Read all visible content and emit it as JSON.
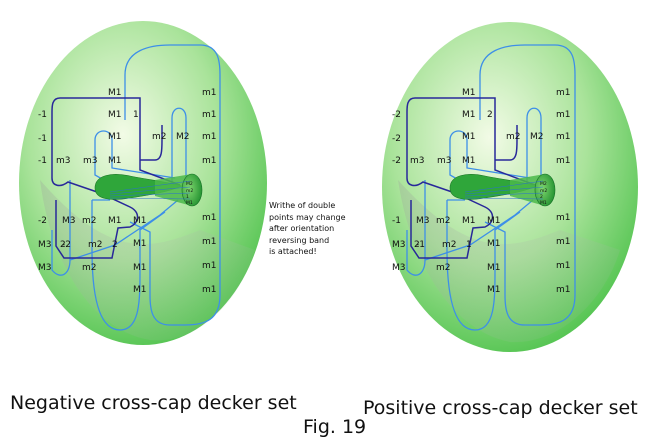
{
  "captions": {
    "negative": "Negative cross-cap decker set",
    "positive": "Positive cross-cap decker set",
    "figure_number": "Fig. 19"
  },
  "note_lines": [
    "Writhe of double",
    "points may change",
    "after orientation",
    "reversing band",
    "is attached!"
  ],
  "colors": {
    "blob_center": "#f2fbe6",
    "blob_edge": "#4ec24c",
    "dark_curve": "#28289a",
    "light_curve": "#3d8fe8",
    "tube": "#2fa63a"
  },
  "negative_diagram": {
    "left_column": [
      "-1",
      "-1",
      "-1",
      "-2",
      "M3",
      "M3"
    ],
    "row_labels": [
      "M1",
      "M1",
      "1",
      "m2",
      "M2",
      "M1",
      "M1",
      "m3",
      "M1",
      "2",
      "m2",
      "M3",
      "m3",
      "-2",
      "m2",
      "2",
      "m2"
    ],
    "right_column": [
      "m1",
      "m1",
      "m1",
      "m1",
      "m1",
      "m1",
      "m1",
      "m1",
      "m1"
    ],
    "lower_labels": [
      "M1",
      "M1",
      "M1",
      "M1",
      "M1"
    ],
    "tube_labels": [
      "M2",
      "m2",
      "1",
      "M1"
    ]
  },
  "positive_diagram": {
    "left_column": [
      "-2",
      "-2",
      "-2",
      "-1",
      "M3",
      "M3"
    ],
    "row_labels": [
      "M1",
      "M1",
      "2",
      "m2",
      "M2",
      "M1",
      "M1",
      "m3",
      "M1",
      "2",
      "m2",
      "M3",
      "m3",
      "-1",
      "m2",
      "1",
      "m2"
    ],
    "right_column": [
      "m1",
      "m1",
      "m1",
      "m1",
      "m1",
      "m1",
      "m1",
      "m1",
      "m1"
    ],
    "lower_labels": [
      "M1",
      "M1",
      "M1",
      "M1",
      "M1"
    ],
    "tube_labels": [
      "M2",
      "m2",
      "2",
      "M1"
    ]
  }
}
